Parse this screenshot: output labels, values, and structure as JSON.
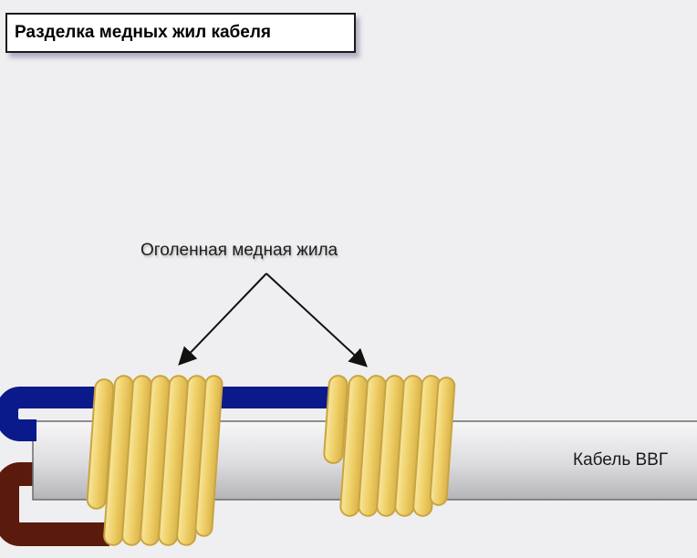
{
  "title": "Разделка медных жил кабеля",
  "callout_label": "Оголенная медная жила",
  "cable_label": "Кабель ВВГ",
  "colors": {
    "background": "#efeff1",
    "blue_wire": "#0b1a8a",
    "brown_wire": "#5a1a0c",
    "copper": "#f2d679",
    "copper_outline": "#c9a440",
    "cable_sheath": "#d9d9dc",
    "arrow": "#111111"
  },
  "icons": [
    "arrow-icon",
    "copper-coil-icon",
    "cable-icon"
  ]
}
